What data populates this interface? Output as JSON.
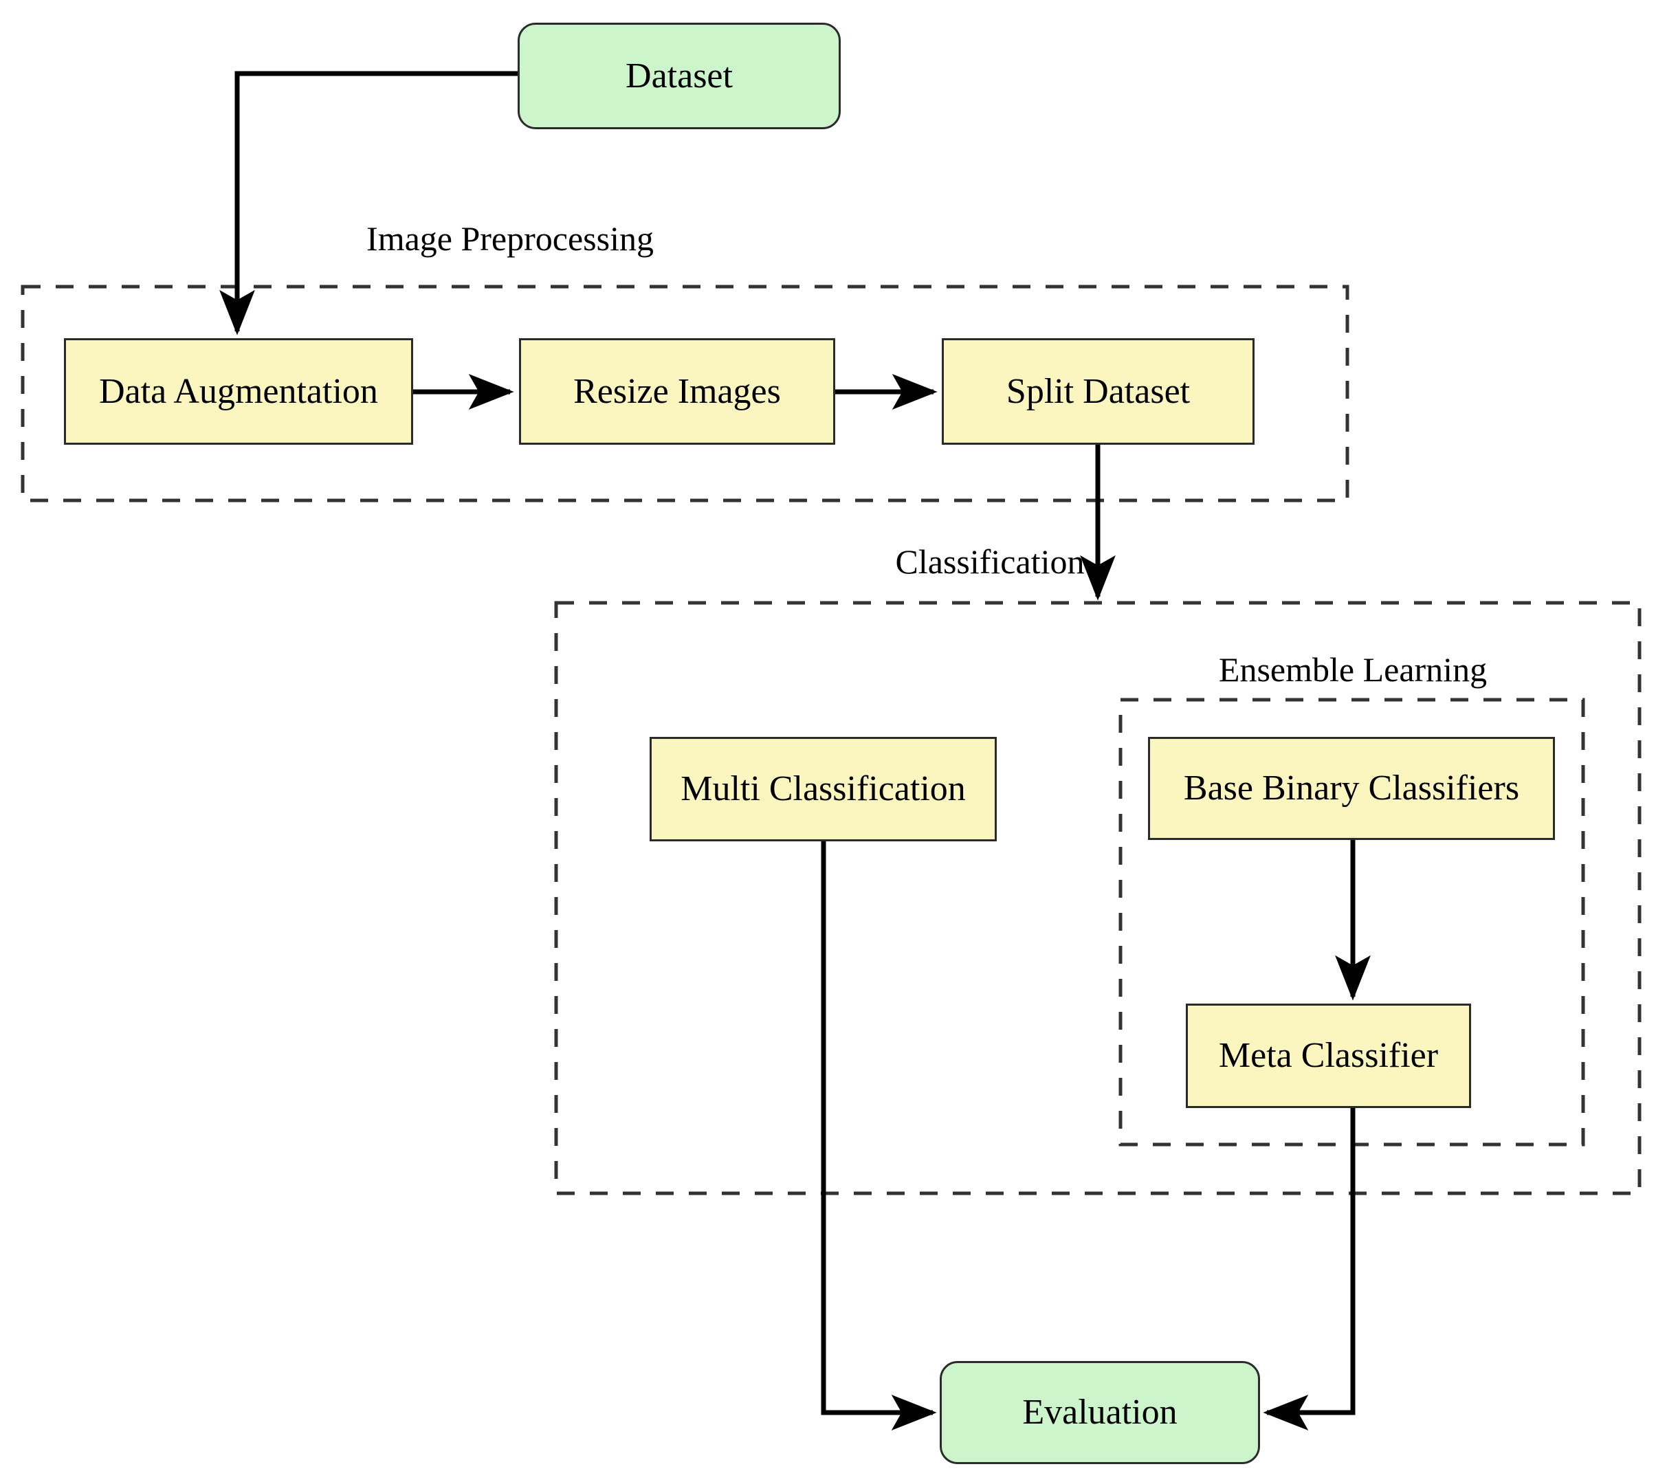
{
  "diagram": {
    "title": "Image classification pipeline flowchart",
    "colors": {
      "green_fill": "#ccf5cc",
      "yellow_fill": "#fbf5c0",
      "stroke": "#2b2b2b",
      "background": "#ffffff"
    },
    "nodes": {
      "dataset": "Dataset",
      "data_augmentation": "Data Augmentation",
      "resize_images": "Resize Images",
      "split_dataset": "Split Dataset",
      "multi_classification": "Multi Classification",
      "base_binary_classifiers": "Base Binary Classifiers",
      "meta_classifier": "Meta Classifier",
      "evaluation": "Evaluation"
    },
    "group_labels": {
      "image_preprocessing": "Image Preprocessing",
      "classification": "Classification",
      "ensemble_learning": "Ensemble Learning"
    },
    "edges": [
      {
        "from": "dataset",
        "to": "data_augmentation",
        "style": "orthogonal-arrow"
      },
      {
        "from": "data_augmentation",
        "to": "resize_images",
        "style": "straight-arrow"
      },
      {
        "from": "resize_images",
        "to": "split_dataset",
        "style": "straight-arrow"
      },
      {
        "from": "split_dataset",
        "to": "classification_group",
        "style": "straight-arrow"
      },
      {
        "from": "base_binary_classifiers",
        "to": "meta_classifier",
        "style": "straight-arrow"
      },
      {
        "from": "multi_classification",
        "to": "evaluation",
        "style": "orthogonal-arrow"
      },
      {
        "from": "meta_classifier",
        "to": "evaluation",
        "style": "orthogonal-arrow"
      }
    ]
  }
}
